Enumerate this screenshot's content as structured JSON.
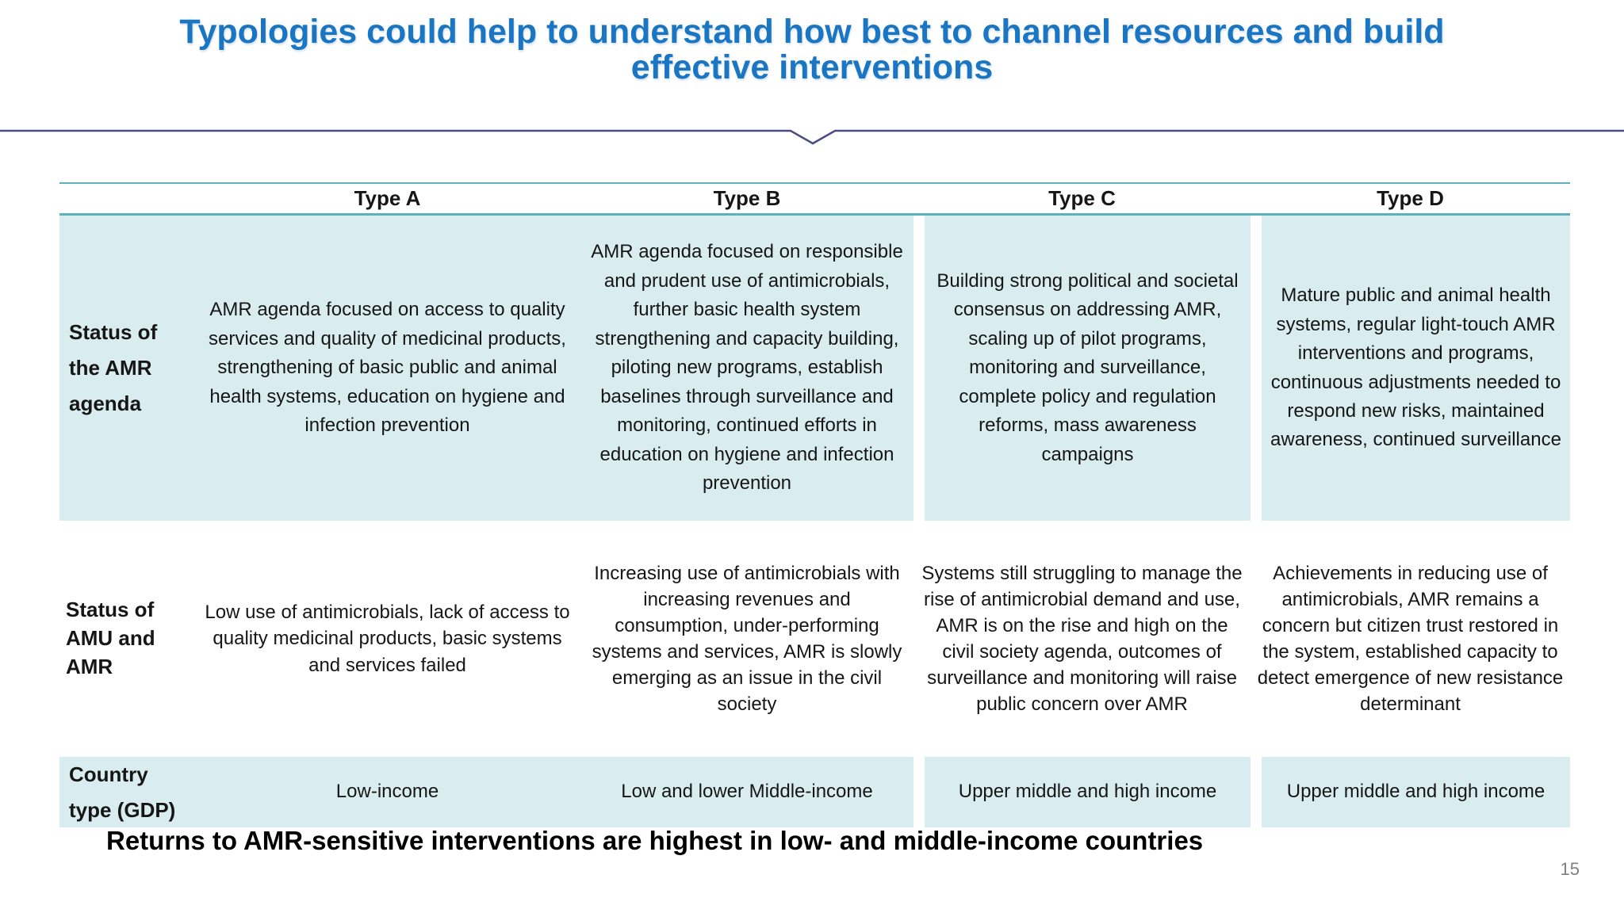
{
  "slide": {
    "title_line1": "Typologies could help to understand how best to channel resources and build",
    "title_line2": "effective interventions",
    "footer_message": "Returns to AMR-sensitive interventions are highest in low- and middle-income countries",
    "page_number": "15"
  },
  "table": {
    "columns": [
      "Type A",
      "Type B",
      "Type C",
      "Type D"
    ],
    "rows": [
      {
        "label": "Status of the AMR agenda",
        "cells": [
          "AMR agenda focused on access to quality services and quality of medicinal products, strengthening of basic public and animal health systems, education on hygiene and infection prevention",
          "AMR agenda focused on responsible and prudent use of antimicrobials, further basic health system strengthening and capacity building, piloting new programs, establish baselines through surveillance and monitoring, continued efforts in education on hygiene and infection prevention",
          "Building strong political and societal consensus on addressing AMR, scaling up of pilot programs, monitoring and surveillance, complete policy and regulation reforms, mass awareness campaigns",
          "Mature public and animal health systems, regular light-touch AMR interventions and programs, continuous adjustments needed to respond new risks, maintained awareness, continued surveillance"
        ]
      },
      {
        "label": "Status of AMU and AMR",
        "cells": [
          "Low use of antimicrobials, lack of access to quality medicinal products, basic systems and services failed",
          "Increasing use of antimicrobials with increasing revenues and consumption, under-performing systems and services, AMR is slowly emerging as an issue in the civil society",
          "Systems still struggling to manage the rise of antimicrobial demand and use, AMR is on the rise and high on the civil society agenda, outcomes of surveillance and monitoring will raise public concern over AMR",
          "Achievements in reducing use of antimicrobials, AMR remains a concern but citizen trust restored in the system, established capacity to detect emergence of new resistance determinant"
        ]
      },
      {
        "label": "Country type (GDP)",
        "cells": [
          "Low-income",
          "Low and lower Middle-income",
          "Upper middle and high income",
          "Upper middle and high income"
        ]
      }
    ]
  },
  "colors": {
    "title_blue": "#1a75c2",
    "divider_navy": "#4a4a85",
    "table_line_teal": "#5fb0bd",
    "row_highlight_cyan": "#d9edf0",
    "body_text": "#161616",
    "page_number_gray": "#7f7f7f"
  }
}
